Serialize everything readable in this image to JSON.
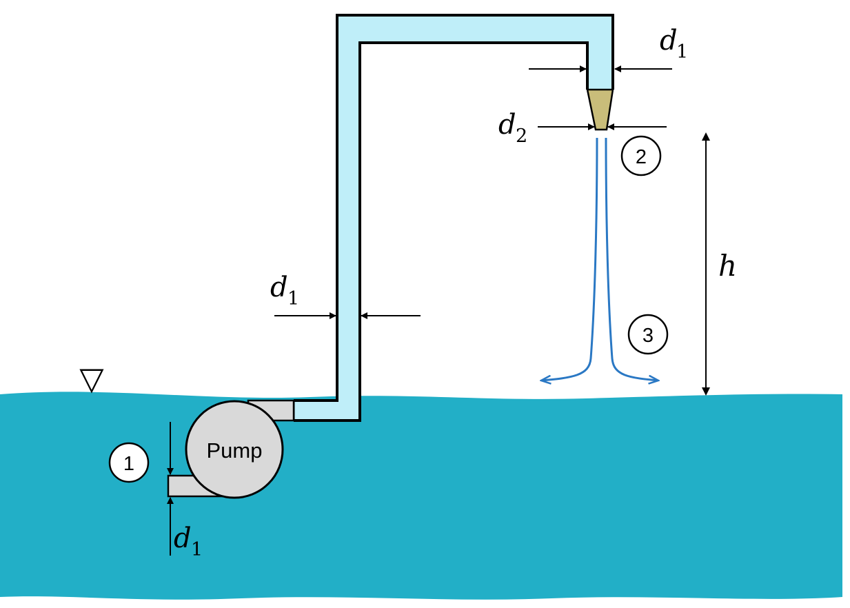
{
  "colors": {
    "water": "#22afc7",
    "pipe_fill": "#bfeef9",
    "pump_fill": "#d9d9d9",
    "nozzle_fill": "#c9bd7a",
    "jet": "#2a78c4",
    "outline": "#000000"
  },
  "labels": {
    "pump": "Pump",
    "d": "d",
    "h": "h",
    "sub_one": "1",
    "sub_two": "2",
    "free_surface_symbol": "▽"
  },
  "points": {
    "p1": "1",
    "p2": "2",
    "p3": "3"
  }
}
